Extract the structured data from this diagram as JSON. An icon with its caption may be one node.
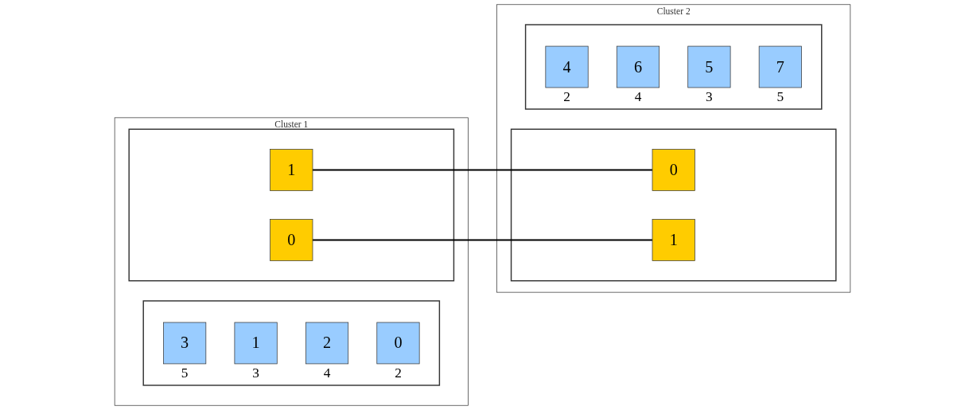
{
  "diagram": {
    "nodes": [
      {
        "text": [
          "Cluster 1"
        ]
      },
      {
        "text": [],
        "shape": "box",
        "in": 0
      },
      {
        "text": [],
        "shape": "box",
        "in": 0
      },
      {
        "text": [
          "3"
        ],
        "beside": [
          "5"
        ],
        "in": 1
      },
      {
        "text": [
          "1"
        ],
        "beside": [
          "3"
        ],
        "in": 1
      },
      {
        "text": [
          "2"
        ],
        "beside": [
          "4"
        ],
        "in": 1
      },
      {
        "text": [
          "0"
        ],
        "beside": [
          "2"
        ],
        "in": 1
      },
      {
        "text": [
          "1"
        ],
        "in": 2
      },
      {
        "text": [
          "0"
        ],
        "in": 2
      },
      {
        "text": [
          "Cluster 2"
        ]
      },
      {
        "text": [],
        "shape": "box",
        "in": 9
      },
      {
        "text": [],
        "shape": "box",
        "in": 9
      },
      {
        "text": [
          "0"
        ],
        "in": 10
      },
      {
        "text": [
          "1"
        ],
        "in": 10
      },
      {
        "text": [
          "4"
        ],
        "beside": [
          "2"
        ],
        "in": 11
      },
      {
        "text": [
          "6"
        ],
        "beside": [
          "4"
        ],
        "in": 11
      },
      {
        "text": [
          "5"
        ],
        "beside": [
          "3"
        ],
        "in": 11
      },
      {
        "text": [
          "7"
        ],
        "beside": [
          "5"
        ],
        "in": 11
      }
    ],
    "edges": [
      {
        "from": 7,
        "to": 12,
        "arrow": "none"
      },
      {
        "from": 8,
        "to": 13,
        "arrow": "none"
      }
    ]
  }
}
